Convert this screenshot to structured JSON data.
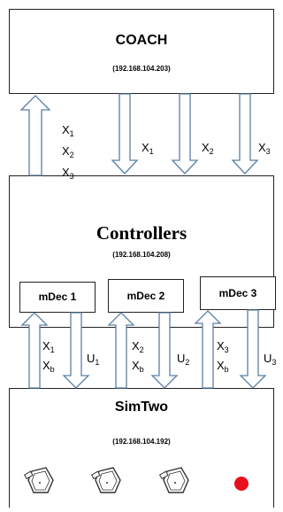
{
  "coach": {
    "title": "COACH",
    "ip": "(192.168.104.203)"
  },
  "controllers": {
    "title": "Controllers",
    "ip": "(192.168.104.208)"
  },
  "mdecs": [
    "mDec 1",
    "mDec 2",
    "mDec 3"
  ],
  "simtwo": {
    "title": "SimTwo",
    "ip": "(192.168.104.192)"
  },
  "arrow_labels": {
    "up_coach": [
      {
        "base": "X",
        "sub": "1"
      },
      {
        "base": "X",
        "sub": "2"
      },
      {
        "base": "X",
        "sub": "3"
      }
    ],
    "down_coach": [
      {
        "base": "X",
        "sub": "1"
      },
      {
        "base": "X",
        "sub": "2"
      },
      {
        "base": "X",
        "sub": "3"
      }
    ],
    "up_sim": [
      [
        {
          "base": "X",
          "sub": "1"
        },
        {
          "base": "X",
          "sub": "b"
        }
      ],
      [
        {
          "base": "X",
          "sub": "2"
        },
        {
          "base": "X",
          "sub": "b"
        }
      ],
      [
        {
          "base": "X",
          "sub": "3"
        },
        {
          "base": "X",
          "sub": "b"
        }
      ]
    ],
    "down_sim": [
      {
        "base": "U",
        "sub": "1"
      },
      {
        "base": "U",
        "sub": "2"
      },
      {
        "base": "U",
        "sub": "3"
      }
    ]
  },
  "colors": {
    "arrow_stroke": "#5a7fa6",
    "ball": "#e8101b",
    "robot_stroke": "#333333"
  },
  "icons": [
    "robot-icon",
    "robot-icon",
    "robot-icon",
    "ball-icon"
  ]
}
